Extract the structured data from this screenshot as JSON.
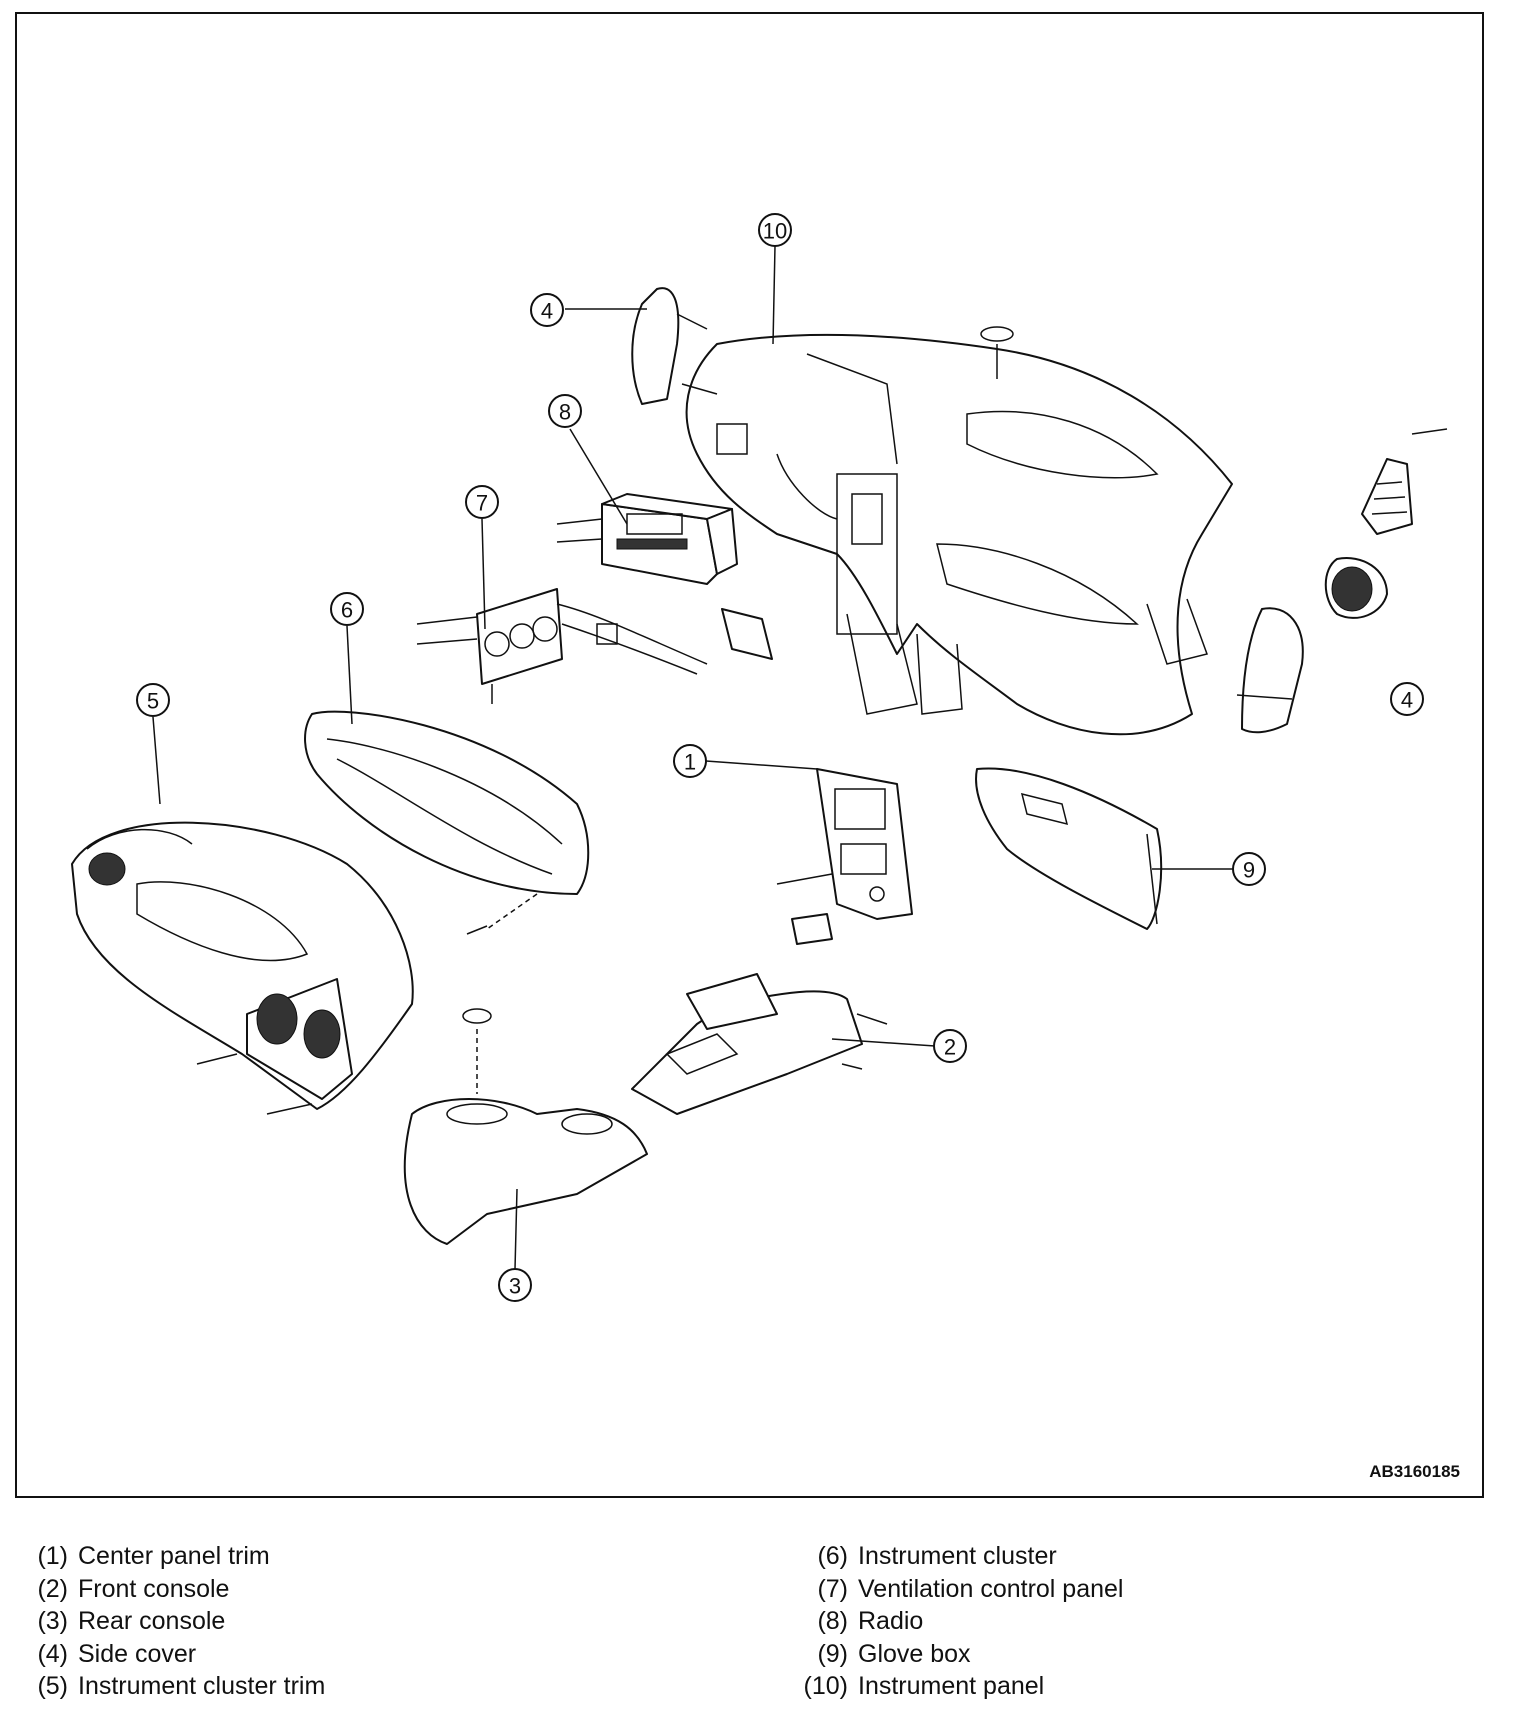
{
  "figure": {
    "code": "AB3160185"
  },
  "callouts": {
    "c1": "1",
    "c2": "2",
    "c3": "3",
    "c4a": "4",
    "c4b": "4",
    "c5": "5",
    "c6": "6",
    "c7": "7",
    "c8": "8",
    "c9": "9",
    "c10": "10"
  },
  "legend": {
    "left": [
      {
        "num": "(1)",
        "label": "Center panel trim"
      },
      {
        "num": "(2)",
        "label": "Front console"
      },
      {
        "num": "(3)",
        "label": "Rear console"
      },
      {
        "num": "(4)",
        "label": "Side cover"
      },
      {
        "num": "(5)",
        "label": "Instrument cluster trim"
      }
    ],
    "right": [
      {
        "num": "(6)",
        "label": "Instrument cluster"
      },
      {
        "num": "(7)",
        "label": "Ventilation control panel"
      },
      {
        "num": "(8)",
        "label": "Radio"
      },
      {
        "num": "(9)",
        "label": "Glove box"
      },
      {
        "num": "(10)",
        "label": "Instrument panel"
      }
    ]
  }
}
